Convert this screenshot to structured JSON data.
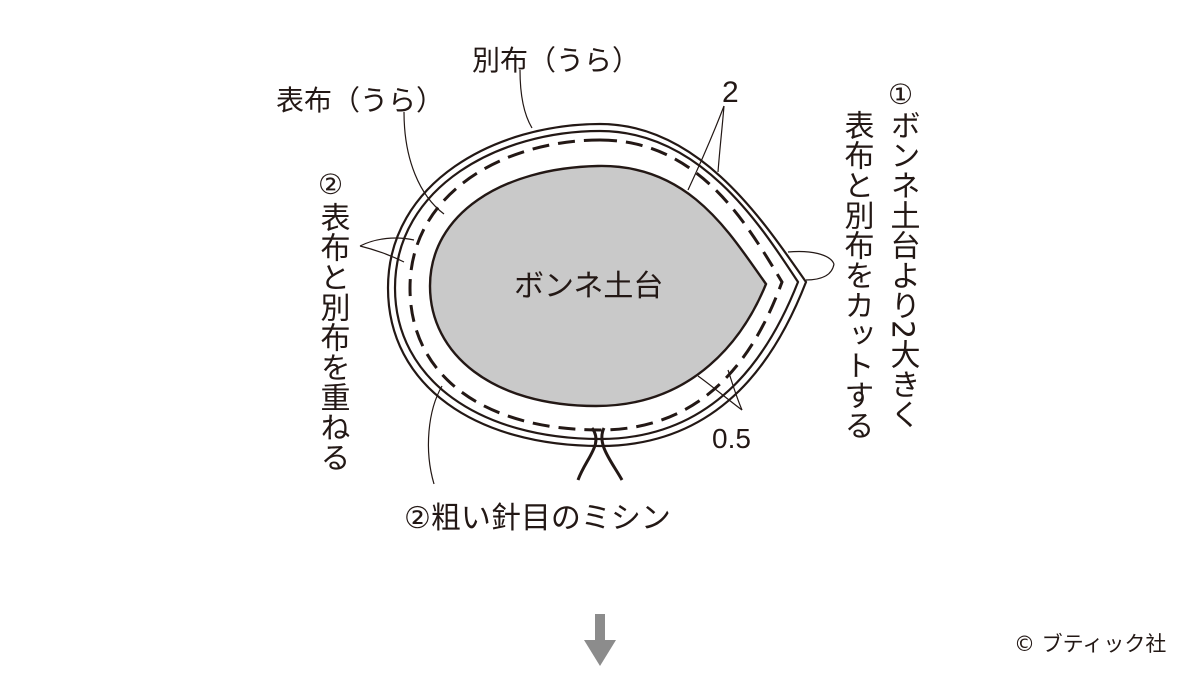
{
  "labels": {
    "bessfu_ura": "別布（うら）",
    "omotefu_ura": "表布（うら）",
    "center": "ボンネ土台",
    "dim_2": "2",
    "dim_05": "0.5",
    "step1_mark": "①",
    "step1_col1": "ボンネ土台より2大きく",
    "step1_col2": "表布と別布をカットする",
    "step2_mark": "②",
    "step2_left": "表布と別布を重ねる",
    "step2_bottom": "②粗い針目のミシン"
  },
  "copyright": "© ブティック社",
  "colors": {
    "line": "#231815",
    "fill_base": "#c9c9c9",
    "arrow": "#8c8c8c"
  },
  "icons": {
    "arrow": "down-arrow-icon",
    "copyright": "copyright-icon"
  }
}
